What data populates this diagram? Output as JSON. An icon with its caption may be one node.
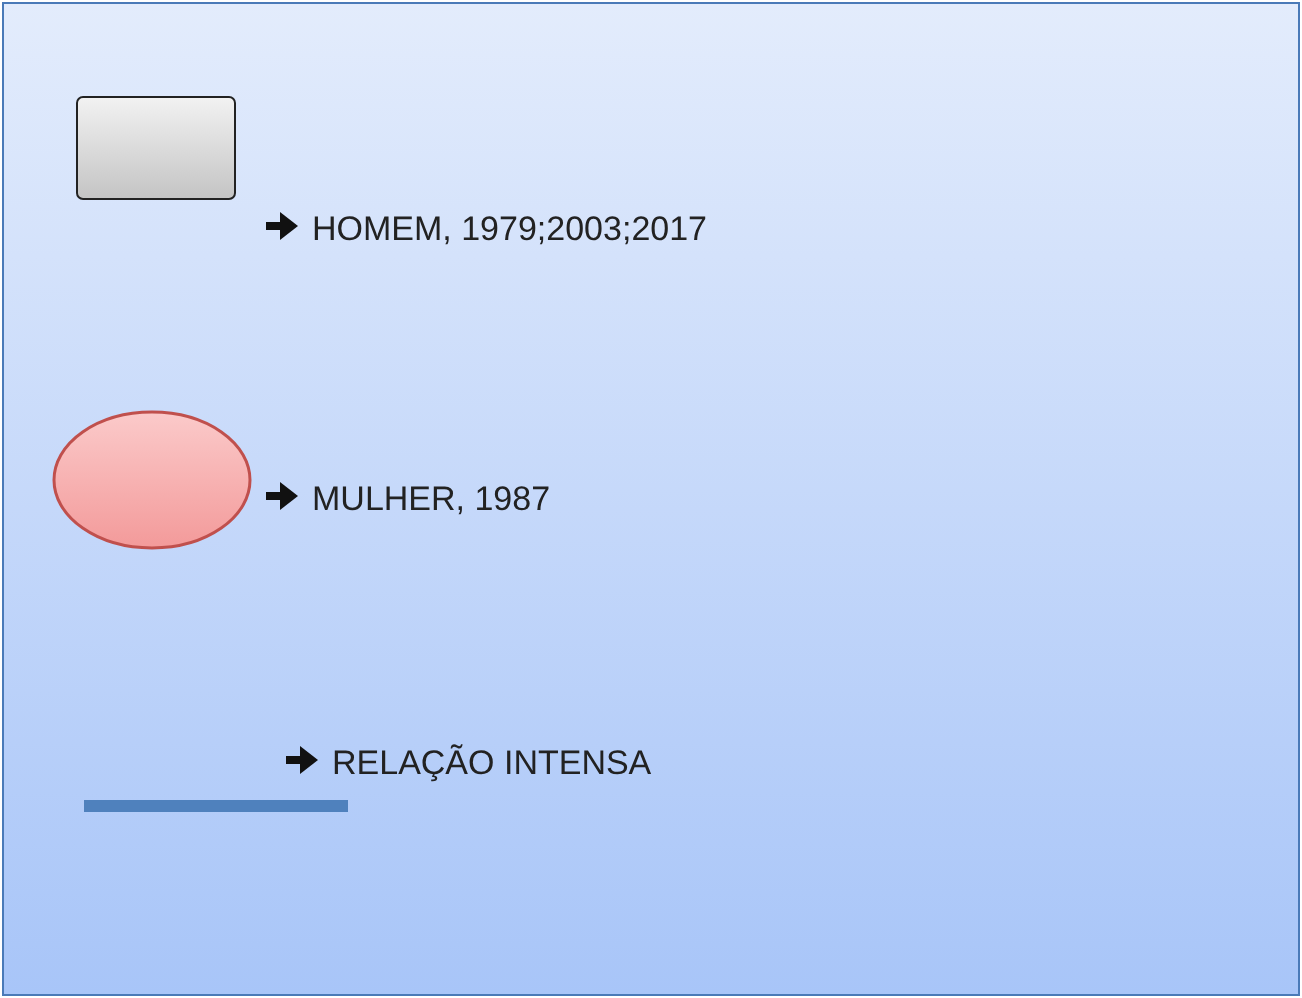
{
  "diagram": {
    "nodes": [
      {
        "text": [],
        "shape": "box"
      },
      {
        "text": [],
        "shape": "circle"
      }
    ],
    "legend": [
      {
        "text": "HOMEM, 1979;2003;2017"
      },
      {
        "text": "MULHER, 1987"
      },
      {
        "text": "RELAÇÃO INTENSA"
      }
    ]
  }
}
